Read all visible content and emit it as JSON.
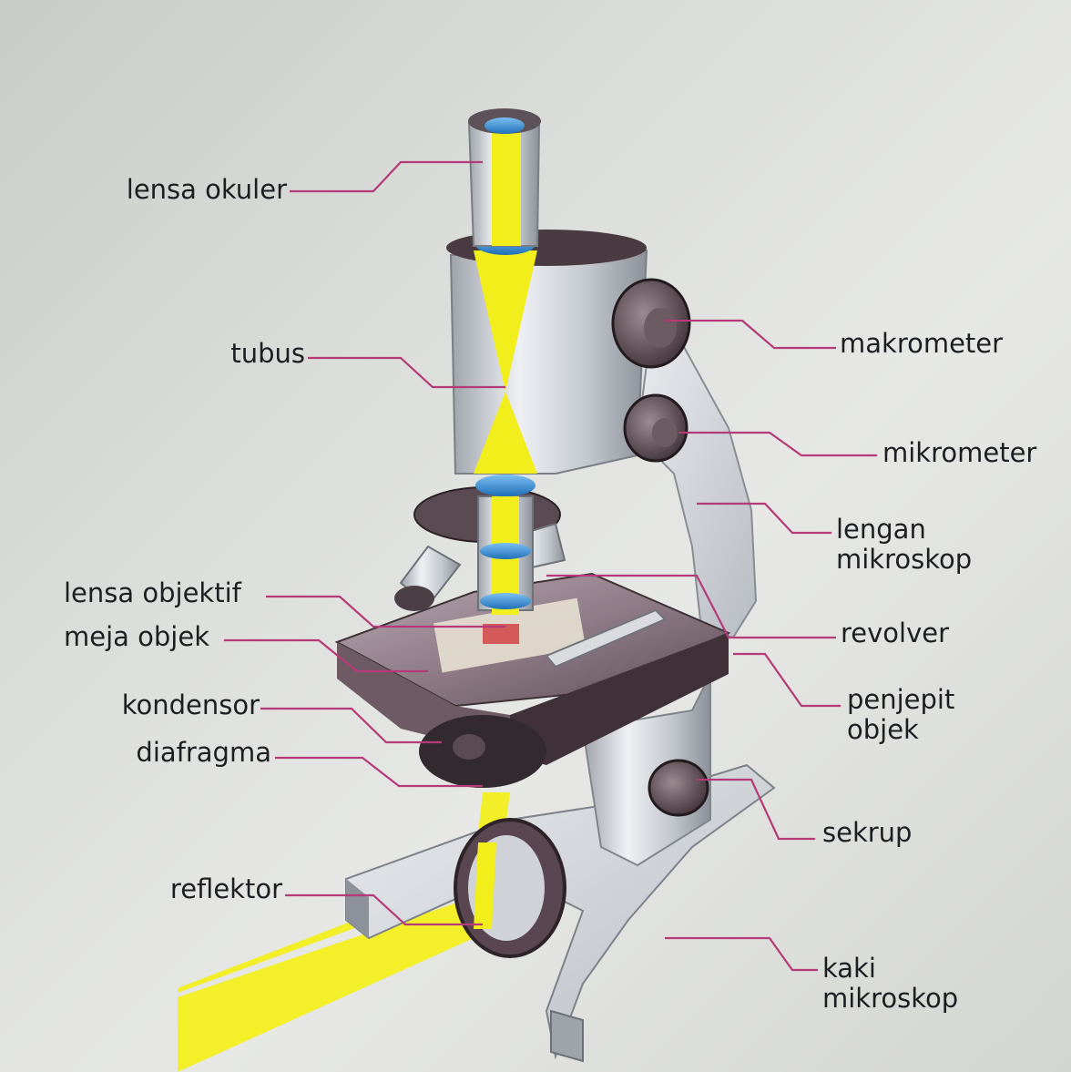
{
  "labels": {
    "lensa_okuler": "lensa okuler",
    "tubus": "tubus",
    "makrometer": "makrometer",
    "mikrometer": "mikrometer",
    "lengan_mikroskop": "lengan\nmikroskop",
    "lensa_objektif": "lensa objektif",
    "meja_objek": "meja objek",
    "revolver": "revolver",
    "kondensor": "kondensor",
    "diafragma": "diafragma",
    "penjepit_objek": "penjepit\nobjek",
    "sekrup": "sekrup",
    "reflektor": "reflektor",
    "kaki_mikroskop": "kaki\nmikroskop"
  },
  "colors": {
    "light_beam": "#f2ee1c",
    "leader_line": "#b43a78",
    "lens": "#3b8fd8",
    "metal": "#c9ccd2",
    "stage": "#6e5f66"
  }
}
